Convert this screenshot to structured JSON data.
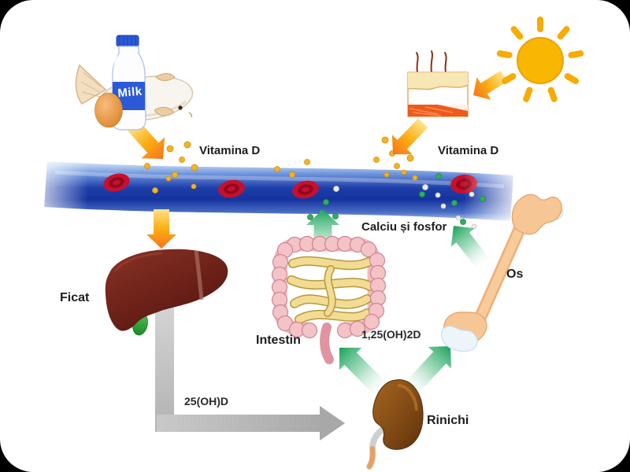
{
  "diagram": {
    "title_implicit": "Vitamin D metabolism pathway",
    "labels": {
      "vitamina_d_left": "Vitamina D",
      "vitamina_d_right": "Vitamina D",
      "calciu_fosfor": "Calciu și fosfor",
      "ficat": "Ficat",
      "intestin": "Intestin",
      "hormone_125": "1,25(OH)2D",
      "metabolite_25": "25(OH)D",
      "rinichi": "Rinichi",
      "os": "Os",
      "milk": "Milk"
    },
    "icons": [
      "milk-bottle-icon",
      "fish-icon",
      "egg-icon",
      "sun-icon",
      "skin-section-icon",
      "blood-vessel-icon",
      "red-blood-cell-icon",
      "liver-icon",
      "gallbladder-icon",
      "intestine-icon",
      "kidney-icon",
      "bone-icon",
      "arrow-foods-to-blood",
      "arrow-sun-to-skin",
      "arrow-skin-to-blood",
      "arrow-blood-to-liver",
      "arrow-liver-to-kidney",
      "arrow-kidney-to-intestine",
      "arrow-kidney-to-bone",
      "arrow-intestine-to-blood",
      "arrow-bone-to-blood"
    ],
    "colors": {
      "background": "#000000",
      "card": "#ffffff",
      "text": "#1d1d1d",
      "vessel_blue": "#1d3ea9",
      "rbc_red": "#c8102e",
      "vitamin_dot_yellow": "#f0b429",
      "mineral_dot_green": "#2eaf5e",
      "mineral_dot_white": "#e9e9e9",
      "arrow_orange": "#f4731f",
      "arrow_green": "#21a65e",
      "arrow_gray": "#b5b5b5",
      "sun_yellow": "#f9b602",
      "milk_blue": "#2b59d8",
      "skin_cream": "#f7e7b4",
      "skin_red": "#ee5a1c",
      "liver_brown": "#6b2118",
      "gallbladder_green": "#2ea23a",
      "intestine_pink": "#f4c3c8",
      "intestine_yellow": "#f1dc92",
      "kidney_brown": "#8a4d12",
      "bone_tan": "#f6c795",
      "cartilage_blue": "#e9f3fa"
    }
  }
}
